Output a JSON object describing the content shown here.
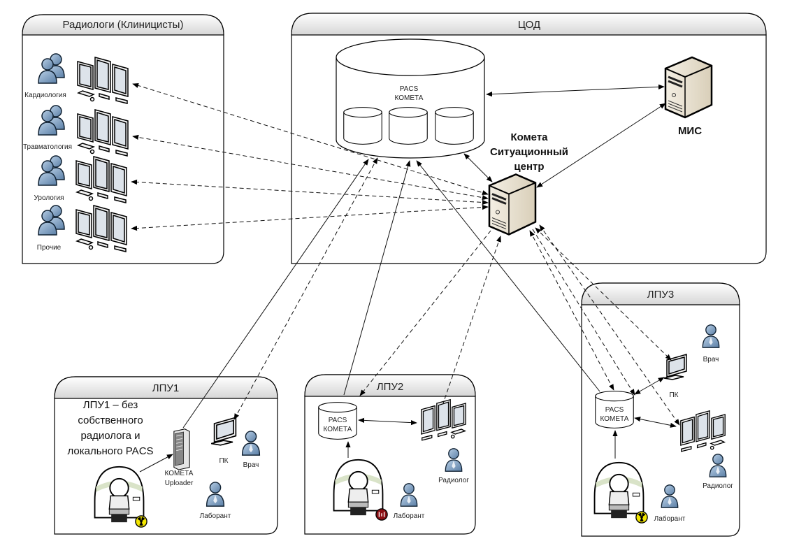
{
  "groups": {
    "radiologists": {
      "title": "Радиологи (Клиницисты)",
      "workstations": [
        {
          "label": "Кардиология"
        },
        {
          "label": "Травматология"
        },
        {
          "label": "Урология"
        },
        {
          "label": "Прочие"
        }
      ]
    },
    "dc": {
      "title": "ЦОД",
      "pacs": {
        "line1": "PACS",
        "line2": "КОМЕТА"
      },
      "mis": {
        "label": "МИС"
      },
      "situation_center": {
        "line1": "Комета",
        "line2": "Ситуационный",
        "line3": "центр"
      }
    },
    "lpu1": {
      "title": "ЛПУ1",
      "note": [
        "ЛПУ1 – без",
        "собственного",
        "радиолога и",
        "локального PACS"
      ],
      "uploader": {
        "line1": "КОМЕТА",
        "line2": "Uploader"
      },
      "pc": "ПК",
      "doctor": "Врач",
      "lab": "Лаборант"
    },
    "lpu2": {
      "title": "ЛПУ2",
      "pacs": {
        "line1": "PACS",
        "line2": "КОМЕТА"
      },
      "radiologist": "Радиолог",
      "lab": "Лаборант"
    },
    "lpu3": {
      "title": "ЛПУ3",
      "pacs": {
        "line1": "PACS",
        "line2": "КОМЕТА"
      },
      "pc": "ПК",
      "doctor": "Врач",
      "radiologist": "Радиолог",
      "lab": "Лаборант"
    }
  }
}
